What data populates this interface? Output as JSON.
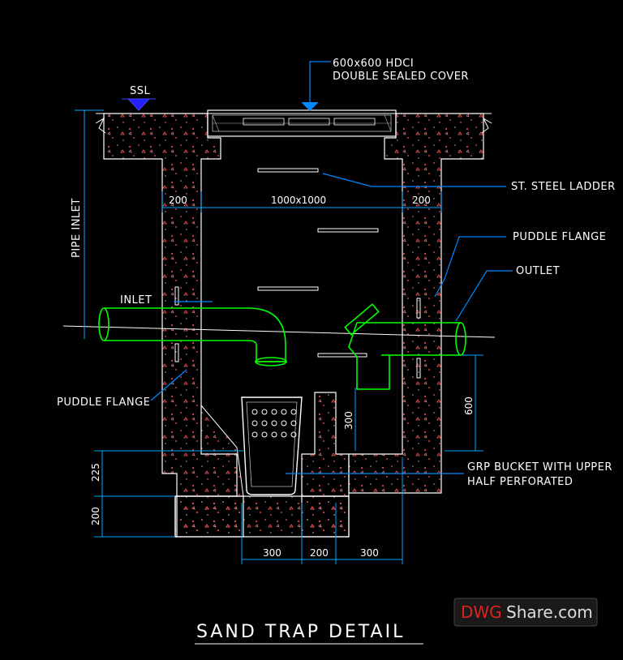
{
  "drawing": {
    "title": "SAND TRAP DETAIL",
    "watermark": {
      "part1": "DWG",
      "part2": "Share.com"
    },
    "level_label": "SSL",
    "labels": {
      "cover_line1": "600x600  HDCI",
      "cover_line2": "DOUBLE SEALED COVER",
      "ladder": "ST. STEEL LADDER",
      "puddle_flange_right": "PUDDLE FLANGE",
      "outlet": "OUTLET",
      "inlet": "INLET",
      "puddle_flange_left": "PUDDLE FLANGE",
      "pipe_inlet": "PIPE INLET",
      "bucket_line1": "GRP BUCKET WITH UPPER",
      "bucket_line2": "HALF PERFORATED"
    },
    "dimensions": {
      "wall_left": "200",
      "chamber": "1000x1000",
      "wall_right": "200",
      "outlet_height": "600",
      "weir_height": "300",
      "sump_depth": "225",
      "base": "200",
      "bottom_left": "300",
      "bottom_mid": "200",
      "bottom_right": "300"
    },
    "colors": {
      "background": "#000000",
      "concrete_outline": "#ffffff",
      "pipe": "#00ff00",
      "dimension": "#00aaff",
      "leader": "#0088ff",
      "aggregate": "#ff5555",
      "ssl_marker": "#2222ff",
      "watermark_red": "#dd2222",
      "watermark_white": "#dddddd"
    }
  }
}
